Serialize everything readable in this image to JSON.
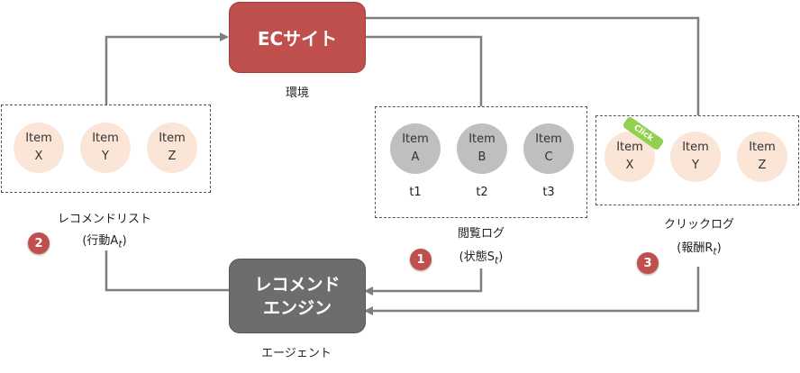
{
  "ec_site": {
    "title": "ECサイト",
    "caption": "環境"
  },
  "engine": {
    "line1": "レコメンド",
    "line2": "エンジン",
    "caption": "エージェント"
  },
  "recommend_list": {
    "label_line1": "レコメンドリスト",
    "label_line2": "(行動A",
    "label_sub": "t",
    "label_close": ")",
    "items": [
      {
        "line1": "Item",
        "line2": "X"
      },
      {
        "line1": "Item",
        "line2": "Y"
      },
      {
        "line1": "Item",
        "line2": "Z"
      }
    ]
  },
  "browse_log": {
    "label_line1": "閲覧ログ",
    "label_line2": "(状態S",
    "label_sub": "t",
    "label_close": ")",
    "items": [
      {
        "line1": "Item",
        "line2": "A",
        "time": "t1"
      },
      {
        "line1": "Item",
        "line2": "B",
        "time": "t2"
      },
      {
        "line1": "Item",
        "line2": "C",
        "time": "t3"
      }
    ]
  },
  "click_log": {
    "label_line1": "クリックログ",
    "label_line2": "(報酬R",
    "label_sub": "t",
    "label_close": ")",
    "tag": "Click",
    "items": [
      {
        "line1": "Item",
        "line2": "X"
      },
      {
        "line1": "Item",
        "line2": "Y"
      },
      {
        "line1": "Item",
        "line2": "Z"
      }
    ]
  },
  "badges": {
    "one": "1",
    "two": "2",
    "three": "3"
  },
  "colors": {
    "ec_site": "#c0504d",
    "engine": "#6d6d6d",
    "peach": "#fbe5d6",
    "gray_item": "#bfbfbf",
    "click": "#92d050",
    "line": "#7f7f7f"
  }
}
